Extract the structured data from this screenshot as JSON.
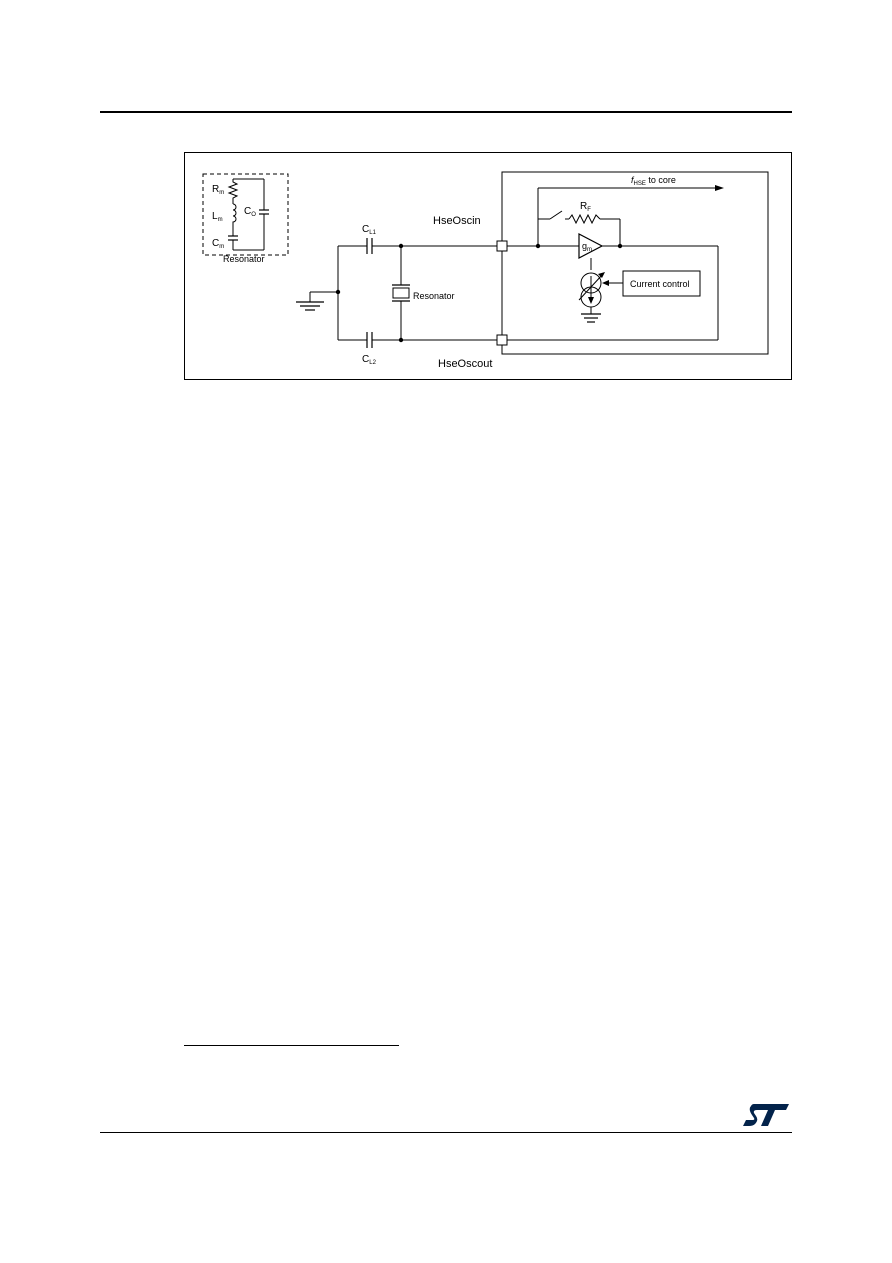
{
  "diagram": {
    "labels": {
      "rm": "R",
      "rm_sub": "m",
      "lm": "L",
      "lm_sub": "m",
      "cm": "C",
      "cm_sub": "m",
      "co": "C",
      "co_sub": "O",
      "resonator_inset": "Resonator",
      "cl1": "C",
      "cl1_sub": "L1",
      "cl2": "C",
      "cl2_sub": "L2",
      "resonator": "Resonator",
      "hse_osc_in": "HseOscin",
      "hse_osc_out": "HseOscout",
      "fhse_f": "f",
      "fhse_sub": "HSE",
      "fhse_rest": " to core",
      "rf": "R",
      "rf_sub": "F",
      "gm": "g",
      "gm_sub": "m",
      "current_control": "Current control"
    }
  },
  "brand": {
    "logo_name": "st-logo",
    "logo_color": "#03234b"
  }
}
